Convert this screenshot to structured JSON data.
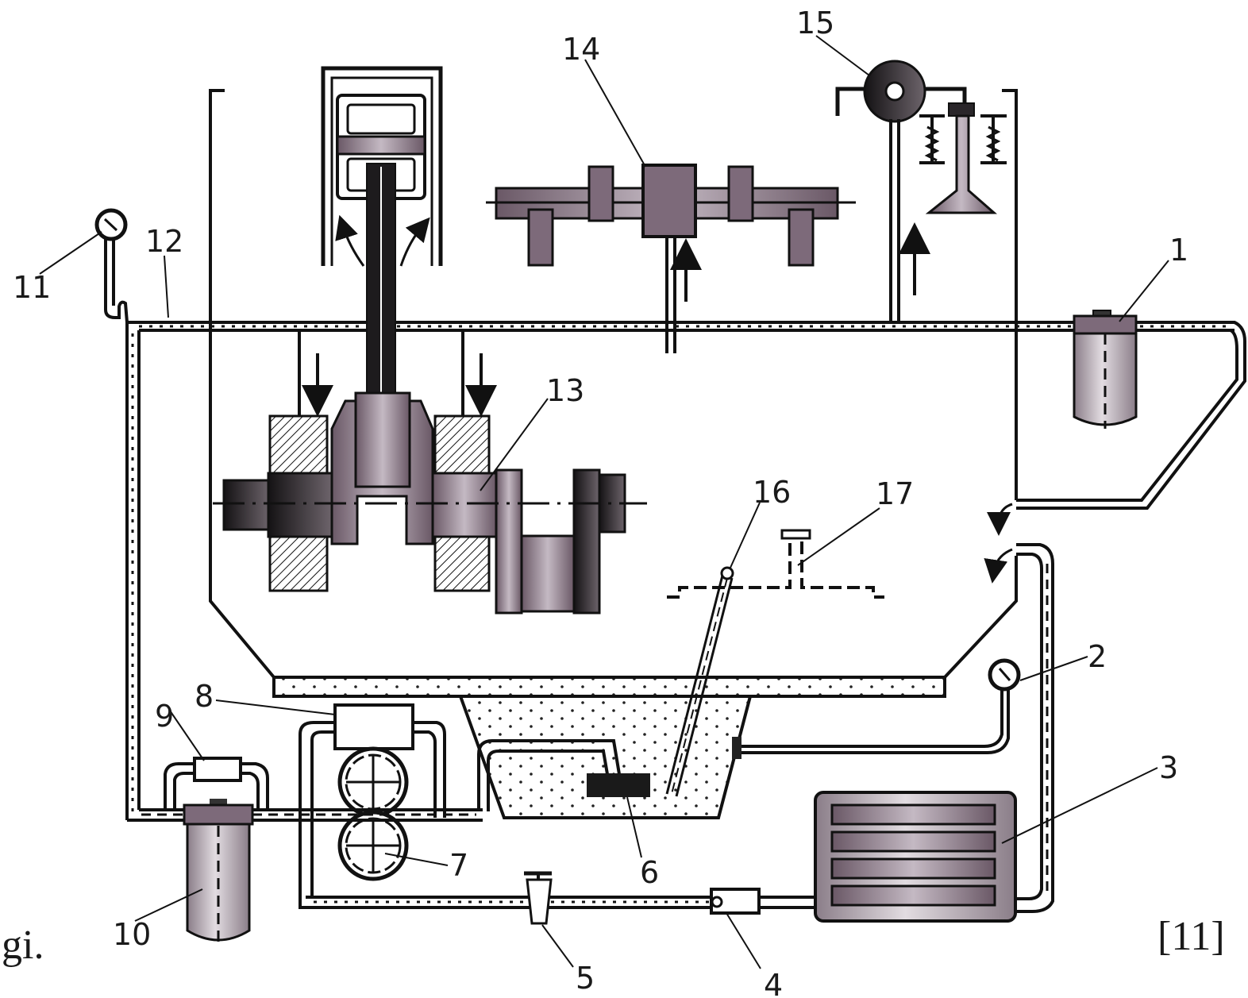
{
  "colors": {
    "ink": "#111111",
    "part_fill": "#7d6a7a",
    "part_fill_light": "#b9adb7",
    "part_fill_dark": "#2e2a2e",
    "oil_dots": "#222222",
    "background": "#ffffff"
  },
  "text": {
    "left_fragment": "gi.",
    "citation": "[11]"
  },
  "callouts": [
    {
      "id": "1",
      "text": "1"
    },
    {
      "id": "2",
      "text": "2"
    },
    {
      "id": "3",
      "text": "3"
    },
    {
      "id": "4",
      "text": "4"
    },
    {
      "id": "5",
      "text": "5"
    },
    {
      "id": "6",
      "text": "6"
    },
    {
      "id": "7",
      "text": "7"
    },
    {
      "id": "8",
      "text": "8"
    },
    {
      "id": "9",
      "text": "9"
    },
    {
      "id": "10",
      "text": "10"
    },
    {
      "id": "11",
      "text": "11"
    },
    {
      "id": "12",
      "text": "12"
    },
    {
      "id": "13",
      "text": "13"
    },
    {
      "id": "14",
      "text": "14"
    },
    {
      "id": "15",
      "text": "15"
    },
    {
      "id": "16",
      "text": "16"
    },
    {
      "id": "17",
      "text": "17"
    }
  ]
}
